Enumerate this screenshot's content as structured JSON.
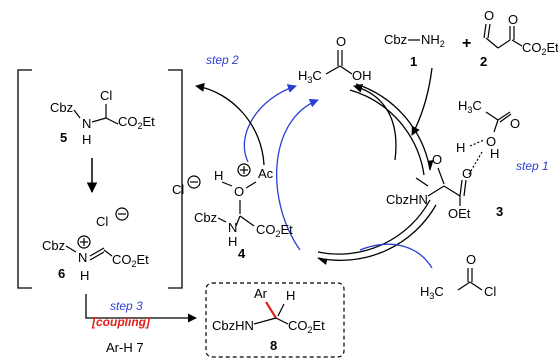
{
  "labels": {
    "cmpd1": "1",
    "cmpd2": "2",
    "cmpd3": "3",
    "cmpd4": "4",
    "cmpd5": "5",
    "cmpd6": "6",
    "cmpd7": "Ar-H 7",
    "cmpd8": "8"
  },
  "steps": {
    "step1": "step 1",
    "step2": "step 2",
    "step3": "step 3",
    "coupling": "[coupling]"
  },
  "atoms": {
    "cbz": "Cbz",
    "cbzhn": "CbzHN",
    "nh2": "NH",
    "n": "N",
    "h": "H",
    "cl": "Cl",
    "ac": "Ac",
    "o": "O",
    "oh": "OH",
    "oet": "OEt",
    "co2et": "CO",
    "co2et_sub2": "2",
    "co2et_tail": "Et",
    "h3c": "H",
    "h3c_sub": "3",
    "h3c_tail": "C",
    "ar": "Ar",
    "plus": "+",
    "sub2": "2"
  },
  "colors": {
    "blue": "#2b3fd6",
    "red": "#e0211b",
    "black": "#000000"
  }
}
